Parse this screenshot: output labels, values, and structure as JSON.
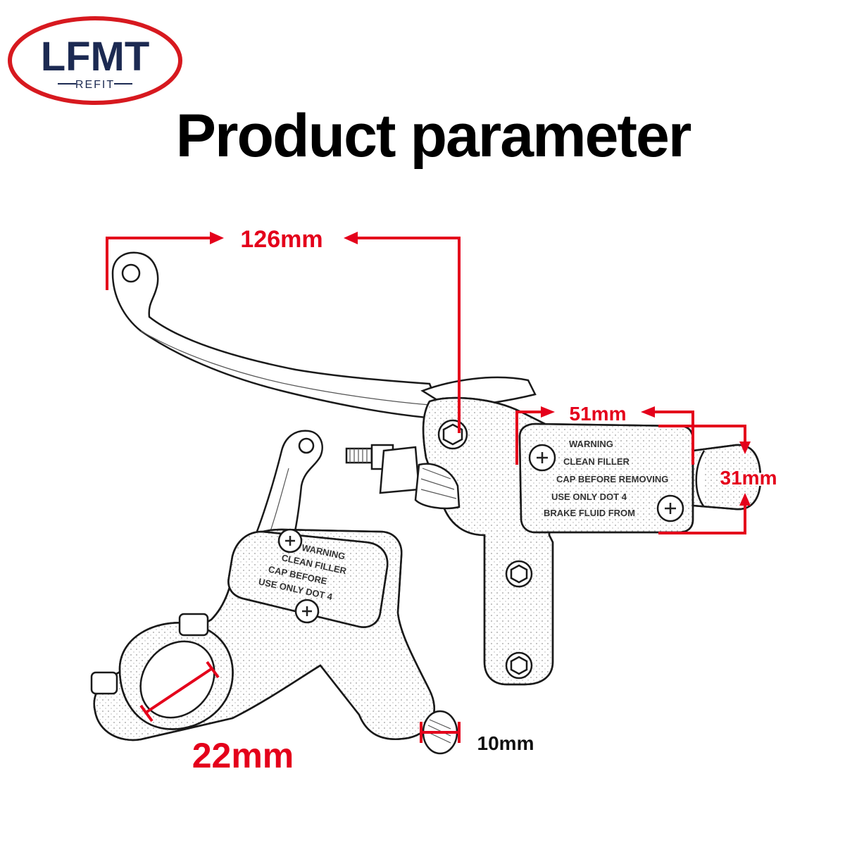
{
  "logo": {
    "brand": "LFMT",
    "tagline": "REFIT",
    "color": "#d7191f"
  },
  "title": "Product parameter",
  "dimensions": {
    "lever_length": "126mm",
    "reservoir_width": "51mm",
    "reservoir_height": "31mm",
    "bar_clamp": "22mm",
    "banjo_thread": "10mm"
  },
  "colors": {
    "dimension_red": "#e4001b",
    "outline": "#1a1a1a"
  }
}
